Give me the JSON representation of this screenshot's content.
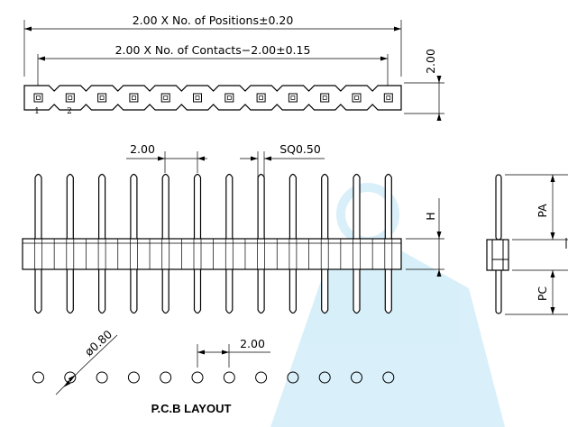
{
  "top_view": {
    "overall_dimension": "2.00 X No. of Positions±0.20",
    "contacts_dimension": "2.00 X No. of Contacts−2.00±0.15",
    "height_dimension": "2.00",
    "pin_labels": [
      "1",
      "2"
    ],
    "position_count": 12
  },
  "front_view": {
    "pitch_dimension": "2.00",
    "square_pin_dimension": "SQ0.50",
    "height_label": "H",
    "pin_count": 12
  },
  "side_view": {
    "pa_label": "PA",
    "pc_label": "PC"
  },
  "pcb_layout": {
    "hole_diameter": "ø0.80",
    "pitch_dimension": "2.00",
    "title": "P.C.B LAYOUT",
    "hole_count": 12
  },
  "colors": {
    "line": "#000000",
    "watermark": "#2aa9e0"
  }
}
